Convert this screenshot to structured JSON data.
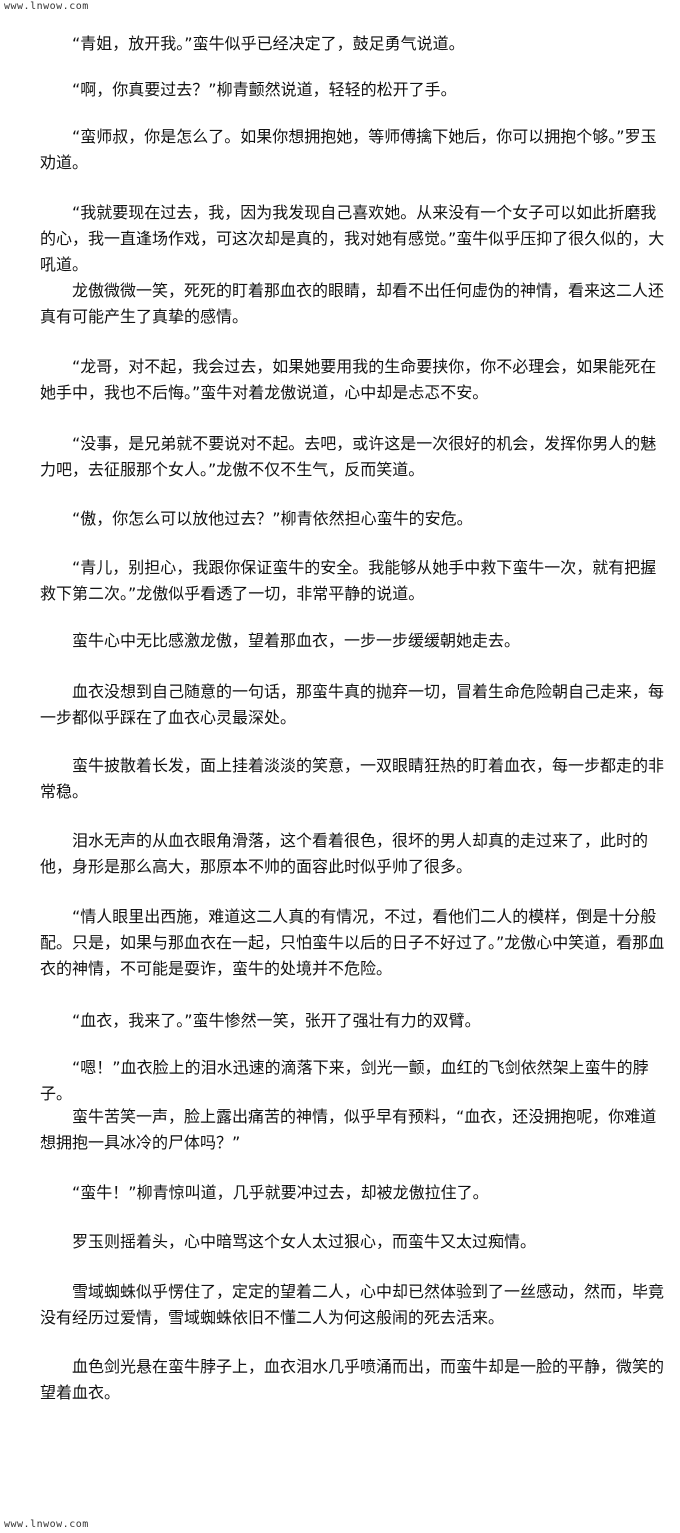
{
  "watermark": {
    "top": "www.lnwow.com",
    "bottom": "www.lnwow.com"
  },
  "paragraphs": [
    "“青姐，放开我。”蛮牛似乎已经决定了，鼓足勇气说道。",
    "“啊，你真要过去？”柳青颤然说道，轻轻的松开了手。",
    "“蛮师叔，你是怎么了。如果你想拥抱她，等师傅擒下她后，你可以拥抱个够。”罗玉劝道。",
    "“我就要现在过去，我，因为我发现自己喜欢她。从来没有一个女子可以如此折磨我的心，我一直逢场作戏，可这次却是真的，我对她有感觉。”蛮牛似乎压抑了很久似的，大吼道。",
    "龙傲微微一笑，死死的盯着那血衣的眼睛，却看不出任何虚伪的神情，看来这二人还真有可能产生了真挚的感情。",
    "“龙哥，对不起，我会过去，如果她要用我的生命要挟你，你不必理会，如果能死在她手中，我也不后悔。”蛮牛对着龙傲说道，心中却是忐忑不安。",
    "“没事，是兄弟就不要说对不起。去吧，或许这是一次很好的机会，发挥你男人的魅力吧，去征服那个女人。”龙傲不仅不生气，反而笑道。",
    "“傲，你怎么可以放他过去？”柳青依然担心蛮牛的安危。",
    "“青儿，别担心，我跟你保证蛮牛的安全。我能够从她手中救下蛮牛一次，就有把握救下第二次。”龙傲似乎看透了一切，非常平静的说道。",
    "蛮牛心中无比感激龙傲，望着那血衣，一步一步缓缓朝她走去。",
    "血衣没想到自己随意的一句话，那蛮牛真的抛弃一切，冒着生命危险朝自己走来，每一步都似乎踩在了血衣心灵最深处。",
    "蛮牛披散着长发，面上挂着淡淡的笑意，一双眼睛狂热的盯着血衣，每一步都走的非常稳。",
    "泪水无声的从血衣眼角滑落，这个看着很色，很坏的男人却真的走过来了，此时的他，身形是那么高大，那原本不帅的面容此时似乎帅了很多。",
    "“情人眼里出西施，难道这二人真的有情况，不过，看他们二人的模样，倒是十分般配。只是，如果与那血衣在一起，只怕蛮牛以后的日子不好过了。”龙傲心中笑道，看那血衣的神情，不可能是耍诈，蛮牛的处境并不危险。",
    "“血衣，我来了。”蛮牛惨然一笑，张开了强壮有力的双臂。",
    "“嗯！”血衣脸上的泪水迅速的滴落下来，剑光一颤，血红的飞剑依然架上蛮牛的脖子。",
    "蛮牛苦笑一声，脸上露出痛苦的神情，似乎早有预料，“血衣，还没拥抱呢，你难道想拥抱一具冰冷的尸体吗？”",
    "“蛮牛！”柳青惊叫道，几乎就要冲过去，却被龙傲拉住了。",
    "罗玉则摇着头，心中暗骂这个女人太过狠心，而蛮牛又太过痴情。",
    "雪域蜘蛛似乎愣住了，定定的望着二人，心中却已然体验到了一丝感动，然而，毕竟没有经历过爱情，雪域蜘蛛依旧不懂二人为何这般闹的死去活来。",
    "血色剑光悬在蛮牛脖子上，血衣泪水几乎喷涌而出，而蛮牛却是一脸的平静，微笑的望着血衣。"
  ]
}
